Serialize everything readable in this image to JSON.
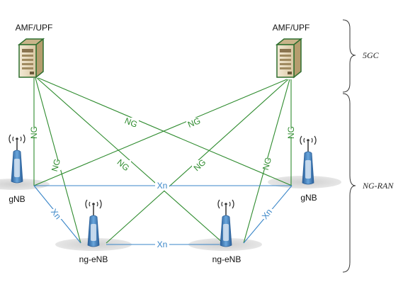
{
  "colors": {
    "ng_link": "#2e8b2e",
    "xn_link": "#3a86c8",
    "server_body": "#e9dcc0",
    "server_frame": "#2f6f2f",
    "antenna": "#3a78b8",
    "shadow": "#d8d8d8"
  },
  "core": {
    "left": {
      "label": "AMF/UPF",
      "icon": "server-icon"
    },
    "right": {
      "label": "AMF/UPF",
      "icon": "server-icon"
    }
  },
  "ran": {
    "gnb_left": {
      "label": "gNB",
      "icon": "antenna-icon"
    },
    "gnb_right": {
      "label": "gNB",
      "icon": "antenna-icon"
    },
    "ngenb_left": {
      "label": "ng-eNB",
      "icon": "antenna-icon"
    },
    "ngenb_right": {
      "label": "ng-eNB",
      "icon": "antenna-icon"
    }
  },
  "links": {
    "ng_label": "NG",
    "xn_label": "Xn"
  },
  "braces": {
    "top": "5GC",
    "bottom": "NG-RAN"
  }
}
